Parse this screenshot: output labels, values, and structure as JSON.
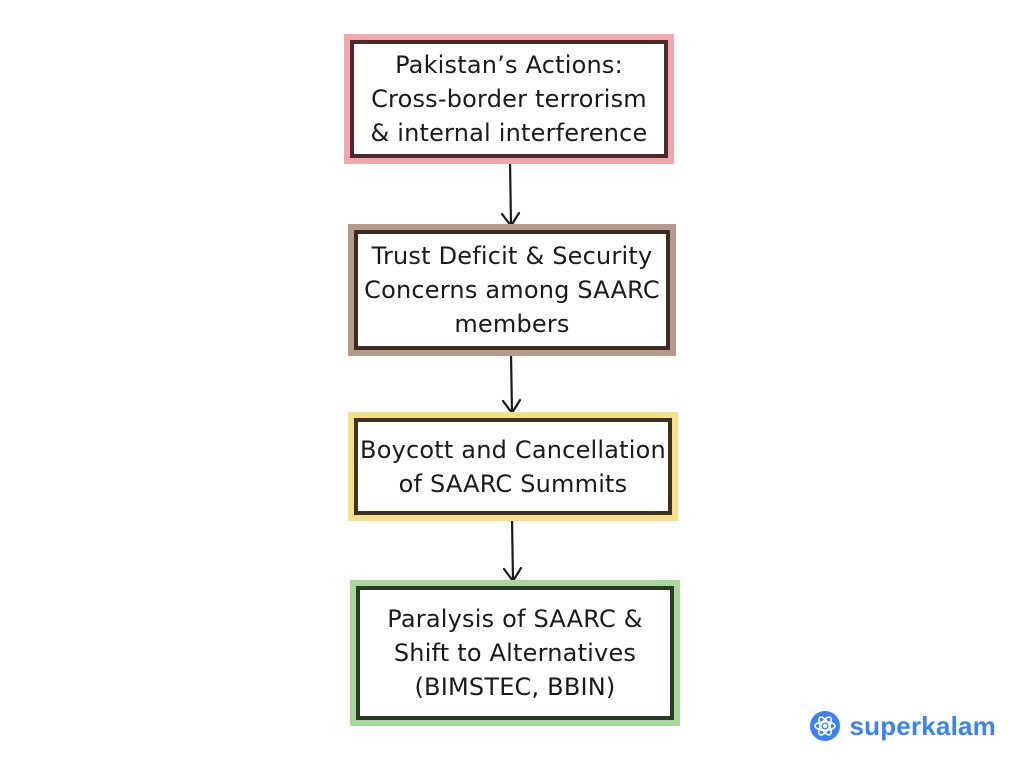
{
  "diagram": {
    "nodes": [
      {
        "id": "n1",
        "label": "Pakistan’s Actions:\nCross-border terrorism\n& internal interference",
        "color": "red"
      },
      {
        "id": "n2",
        "label": "Trust Deficit & Security\nConcerns among SAARC\nmembers",
        "color": "brown"
      },
      {
        "id": "n3",
        "label": "Boycott and Cancellation\nof SAARC Summits",
        "color": "yellow"
      },
      {
        "id": "n4",
        "label": "Paralysis of SAARC &\nShift to Alternatives\n(BIMSTEC, BBIN)",
        "color": "green"
      }
    ],
    "edges": [
      {
        "from": "n1",
        "to": "n2"
      },
      {
        "from": "n2",
        "to": "n3"
      },
      {
        "from": "n3",
        "to": "n4"
      }
    ]
  },
  "brand": {
    "name": "superkalam",
    "color": "#3b82f6",
    "icon": "atom-icon"
  }
}
